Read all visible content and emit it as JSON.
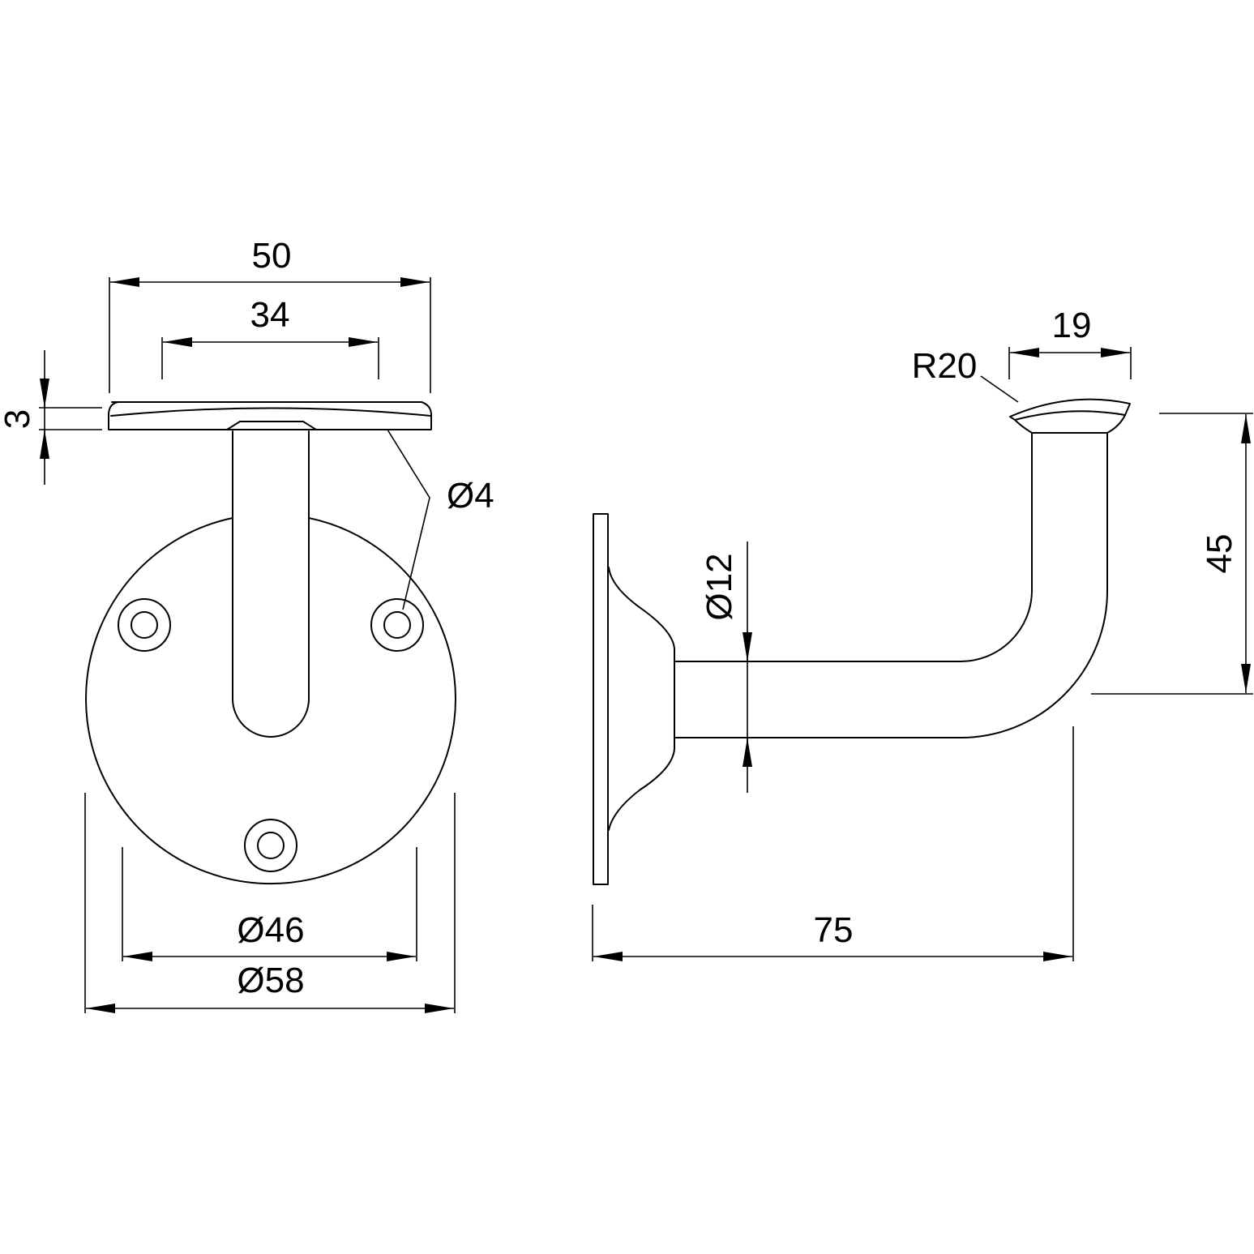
{
  "dimensions": {
    "plate_width": "50",
    "hole_spacing": "34",
    "plate_thickness": "3",
    "hole_diameter": "Ø4",
    "bolt_circle": "Ø46",
    "base_diameter": "Ø58",
    "rod_diameter": "Ø12",
    "saddle_radius": "R20",
    "saddle_width": "19",
    "height": "45",
    "projection": "75"
  },
  "colors": {
    "line": "#000000",
    "background": "#ffffff"
  }
}
